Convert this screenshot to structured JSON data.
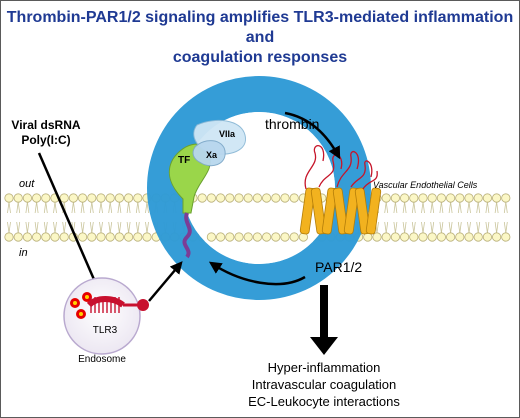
{
  "title": {
    "line1": "Thrombin-PAR1/2 signaling amplifies TLR3-mediated inflammation and",
    "line2": "coagulation responses"
  },
  "labels": {
    "viral_dsrna": "Viral dsRNA",
    "polyic": "Poly(I:C)",
    "out": "out",
    "in": "in",
    "tf": "TF",
    "viia": "VIIa",
    "xa": "Xa",
    "thrombin": "thrombin",
    "vascular_endothelial_cells": "Vascular Endothelial Cells",
    "par12": "PAR1/2",
    "tlr3": "TLR3",
    "endosome": "Endosome"
  },
  "outcomes": [
    "Hyper-inflammation",
    "Intravascular coagulation",
    "EC-Leukocyte interactions"
  ],
  "colors": {
    "title": "#1f3a93",
    "ring": "#2e9ad6",
    "lipid_head": "#fbf7c6",
    "tf_protein": "#9ad64a",
    "par_helix": "#f2b21f",
    "par_loops": "#c6152a",
    "tlr3_receptor": "#c8102e",
    "tail_purple": "#7c3d96"
  }
}
